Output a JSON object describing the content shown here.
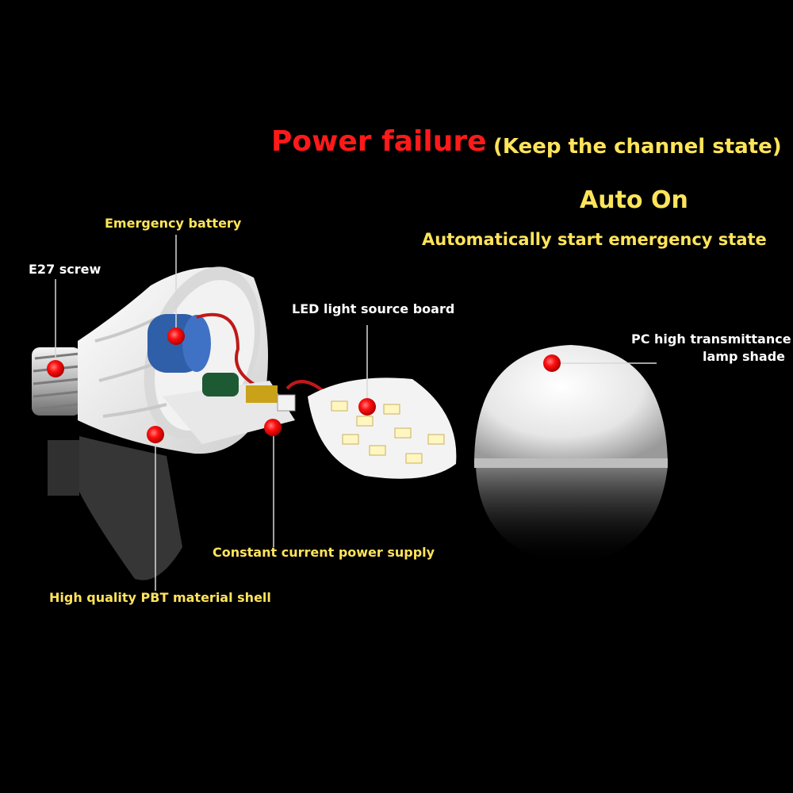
{
  "headline": {
    "power_failure": "Power failure",
    "keep_state": "(Keep the channel state)",
    "auto_on": "Auto On",
    "auto_start": "Automatically start emergency state"
  },
  "labels": {
    "emergency_battery": "Emergency battery",
    "e27_screw": "E27 screw",
    "led_board": "LED light source board",
    "lamp_shade_line1": "PC high transmittance",
    "lamp_shade_line2": "lamp shade",
    "power_supply": "Constant current power supply",
    "shell": "High quality PBT material shell"
  },
  "colors": {
    "background": "#000000",
    "headline_red": "#ff1a1a",
    "label_yellow": "#ffe45a",
    "marker_red": "#ff1010"
  }
}
